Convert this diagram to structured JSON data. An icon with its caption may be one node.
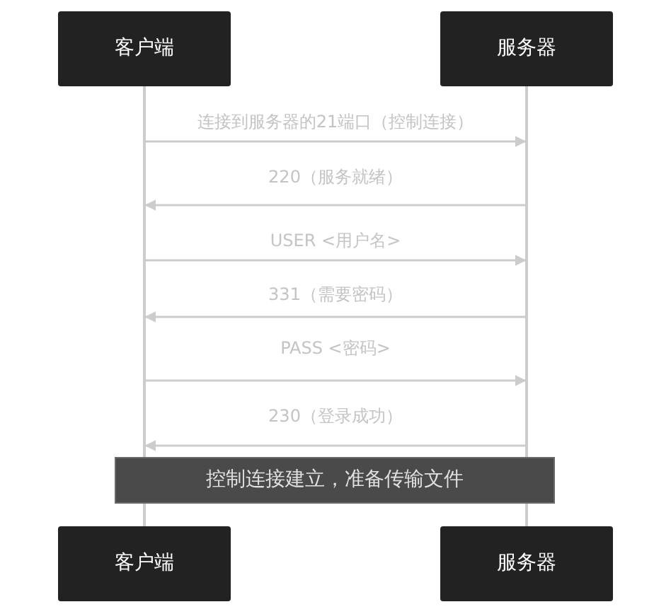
{
  "diagram": {
    "nodes": [
      {
        "text": [
          "客户端"
        ]
      },
      {
        "text": [
          "服务器"
        ]
      },
      {
        "text": [
          "控制连接建立，准备传输文件"
        ]
      },
      {
        "text": [
          "客户端"
        ]
      },
      {
        "text": [
          "服务器"
        ]
      },
      {
        "text": [],
        "shape": "bar"
      },
      {
        "text": [],
        "shape": "bar"
      }
    ],
    "edges": [
      {
        "from": 5,
        "to": 6,
        "arrow": "to",
        "label": "连接到服务器的21端口（控制连接）"
      },
      {
        "from": 6,
        "to": 5,
        "arrow": "to",
        "label": "220（服务就绪）"
      },
      {
        "from": 5,
        "to": 6,
        "arrow": "to",
        "label": "USER <用户名>"
      },
      {
        "from": 6,
        "to": 5,
        "arrow": "to",
        "label": "331（需要密码）"
      },
      {
        "from": 5,
        "to": 6,
        "arrow": "to",
        "label": "PASS <密码>"
      },
      {
        "from": 6,
        "to": 5,
        "arrow": "to",
        "label": "230（登录成功）"
      }
    ]
  }
}
